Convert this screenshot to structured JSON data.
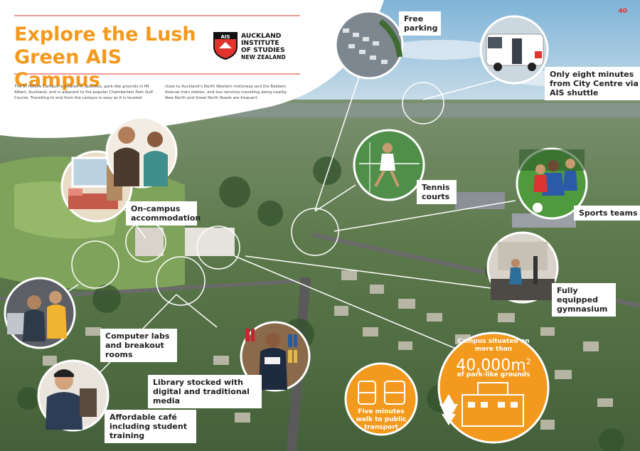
{
  "page": {
    "number": "40"
  },
  "header": {
    "title": "Explore the Lush Green AIS Campus",
    "intro_left": "The St Helens Campus is located in spacious, park-like grounds in Mt Albert, Auckland, and is adjacent to the popular Chamberlain Park Golf Course. Travelling to and from the campus is easy as it is located",
    "intro_right": "close to Auckland’s North Western motorway and the Baldwin Avenue train station, and bus services travelling along nearby New North and Great North Roads are frequent."
  },
  "logo": {
    "badge": "AIS",
    "line1": "AUCKLAND",
    "line2": "INSTITUTE",
    "line3": "OF STUDIES",
    "line4": "NEW ZEALAND"
  },
  "callouts": {
    "free_parking": "Free parking",
    "shuttle": "Only eight minutes from City Centre via AIS shuttle",
    "tennis": "Tennis courts",
    "sports": "Sports teams",
    "accommodation": "On-campus accommodation",
    "gym": "Fully equipped gymnasium",
    "computer_labs": "Computer labs and breakout rooms",
    "library": "Library stocked with digital and traditional media",
    "cafe": "Affordable café including student training"
  },
  "badges": {
    "transport": "Five minutes walk to public transport",
    "campus_line1": "Campus situated on more than",
    "campus_number": "40,000m",
    "campus_sup": "2",
    "campus_line2": "of park-like grounds"
  },
  "colors": {
    "orange": "#f39a1e",
    "brand_red": "#e0342d"
  }
}
